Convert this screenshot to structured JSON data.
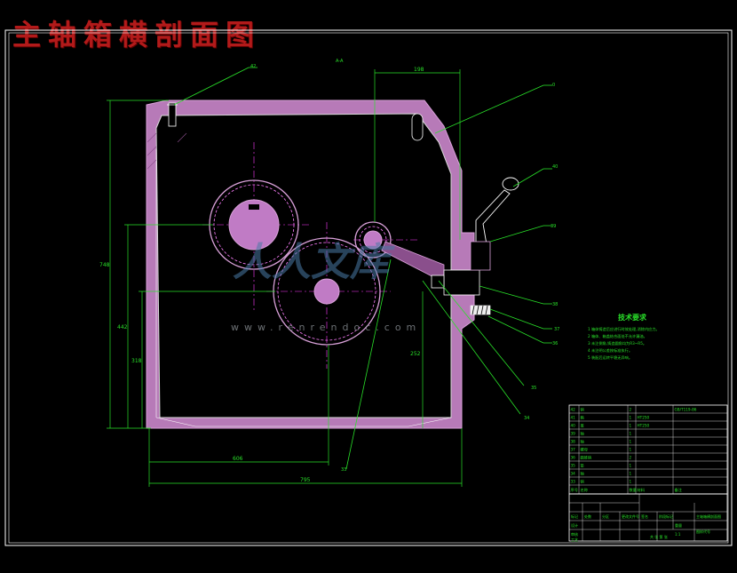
{
  "title": "主轴箱横剖面图",
  "view_label": "A-A",
  "callouts": [
    "42",
    "0",
    "40",
    "39",
    "38",
    "37",
    "36",
    "35",
    "34",
    "33"
  ],
  "dimensions": [
    "198",
    "748",
    "442",
    "318",
    "252",
    "606",
    "795"
  ],
  "notes": {
    "heading": "技术要求",
    "lines": [
      "1 箱体铸造后应进行时效处理,消除内应力。",
      "2 箱体、箱盖结合面处不允许漏油。",
      "3 未注倒角,铸造圆角均为R3~R5。",
      "4 未注明公差按标准执行。",
      "5 装配后运转平稳无异响。"
    ]
  },
  "bom": {
    "rows": [
      {
        "no": "42",
        "name": "销",
        "qty": "2",
        "mat": "",
        "std": "GB/T119-86"
      },
      {
        "no": "41",
        "name": "箱",
        "qty": "1",
        "mat": "HT250",
        "std": ""
      },
      {
        "no": "40",
        "name": "盖",
        "qty": "1",
        "mat": "HT250",
        "std": ""
      },
      {
        "no": "39",
        "name": "轴",
        "qty": "1",
        "mat": "",
        "std": ""
      },
      {
        "no": "38",
        "name": "轴",
        "qty": "1",
        "mat": "",
        "std": ""
      },
      {
        "no": "37",
        "name": "螺母",
        "qty": "1",
        "mat": "",
        "std": ""
      },
      {
        "no": "36",
        "name": "圆锥销",
        "qty": "2",
        "mat": "",
        "std": ""
      },
      {
        "no": "35",
        "name": "垫",
        "qty": "1",
        "mat": "",
        "std": ""
      },
      {
        "no": "34",
        "name": "轴",
        "qty": "1",
        "mat": "",
        "std": ""
      },
      {
        "no": "33",
        "name": "销",
        "qty": "1",
        "mat": "",
        "std": ""
      }
    ],
    "header": {
      "no": "序号",
      "name": "名称",
      "qty": "数量",
      "mat": "材料",
      "std": "备注",
      "extra": "标准"
    },
    "title_block": {
      "left_labels": [
        "标记",
        "设计",
        "审核",
        "工艺"
      ],
      "mid_labels": [
        "处数",
        "分区",
        "更改文件号",
        "签名",
        "年月日"
      ],
      "stage_labels": [
        "阶段标记",
        "重量",
        "比例"
      ],
      "drawing_name": "主轴箱横剖面图",
      "code": "图样代号",
      "sheet": "共 张 第 张",
      "ratio": "1:1"
    }
  },
  "watermark": {
    "logo": "人人文库",
    "url": "www.renrendoc.com"
  },
  "colors": {
    "frame": "#29e029",
    "wall": "#b77ab8",
    "gear": "#d9a0d9",
    "title": "#b21a1a"
  }
}
